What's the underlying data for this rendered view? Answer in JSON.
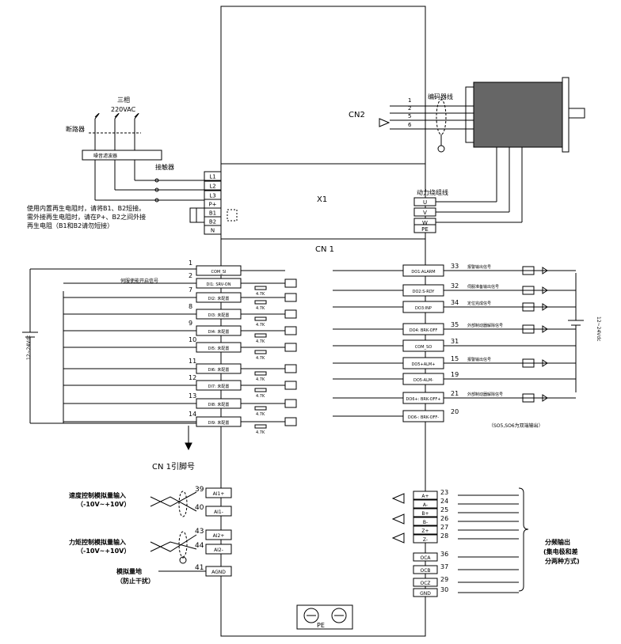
{
  "power_input": {
    "phase": "三相",
    "voltage": "220VAC",
    "breaker": "断路器",
    "noise_filter": "噪音滤波器",
    "contactor": "接触器"
  },
  "x1": {
    "title": "X1",
    "pins_left": [
      "L1",
      "L2",
      "L3",
      "P+",
      "B1",
      "B2",
      "N"
    ],
    "pins_right": [
      "U",
      "V",
      "W",
      "PE"
    ],
    "motor_wiring": "动力绕组线"
  },
  "regen_note": [
    "使用内置再生电阻时，请将B1、B2短接。",
    "需外接再生电阻时，请在P+、B2之间外接",
    "再生电阻（B1和B2请勿短接）"
  ],
  "cn2": {
    "title": "CN2",
    "encoder": "编码器线",
    "pins": [
      "1",
      "2",
      "5",
      "6"
    ]
  },
  "cn1": {
    "title": "CN 1",
    "supply_left": "12~24Vdc",
    "supply_right": "12~24Vdc",
    "input_note": "伺服使能开启信号",
    "resistor": "4.7K",
    "di_pins": [
      "1",
      "2",
      "7",
      "8",
      "9",
      "10",
      "11",
      "12",
      "13",
      "14"
    ],
    "di_labels": [
      "COM_SI",
      "DI1: SRV-ON",
      "DI2: 未配置",
      "DI3: 未配置",
      "DI4: 未配置",
      "DI5: 未配置",
      "DI6: 未配置",
      "DI7: 未配置",
      "DI8: 未配置",
      "DI9: 未配置"
    ],
    "do_pins": [
      "33",
      "32",
      "34",
      "35",
      "31",
      "15",
      "19",
      "21",
      "20"
    ],
    "do_labels": [
      "DO1:ALARM",
      "DO2:S-RDY",
      "DO3:INP",
      "DO4: BRK-OFF",
      "COM_SO",
      "DO5+ALM+",
      "DO5-ALM-",
      "DO6+: BRK-OFF+",
      "DO6-: BRK-OFF-"
    ],
    "do_notes": [
      "报警输出信号",
      "伺服准备输出信号",
      "定位完成信号",
      "外部制动器解除信号",
      "",
      "报警输出信号",
      "",
      "外部制动器解除信号",
      ""
    ],
    "diff_note": "（SO5,SO6为双端输出）",
    "pin_caption": "CN 1引脚号"
  },
  "analog": {
    "speed_label": "速度控制模拟量输入",
    "speed_range": "（-10V~+10V）",
    "torque_label": "力矩控制模拟量输入",
    "torque_range": "（-10V~+10V）",
    "gnd_label": "模拟量地",
    "gnd_sub": "（防止干扰）",
    "pins": [
      "39",
      "40",
      "43",
      "44",
      "41"
    ],
    "names": [
      "AI1+",
      "AI1-",
      "AI2+",
      "AI2-",
      "AGND"
    ]
  },
  "encoder_out": {
    "pins": [
      "23",
      "24",
      "25",
      "26",
      "27",
      "28",
      "36",
      "37",
      "29",
      "30"
    ],
    "names": [
      "A+",
      "A-",
      "B+",
      "B-",
      "Z+",
      "Z-",
      "OCA",
      "OCB",
      "OCZ",
      "GND"
    ],
    "label_1": "分频输出",
    "label_2": "(集电极和差",
    "label_3": "分两种方式)"
  },
  "pe": "PE"
}
